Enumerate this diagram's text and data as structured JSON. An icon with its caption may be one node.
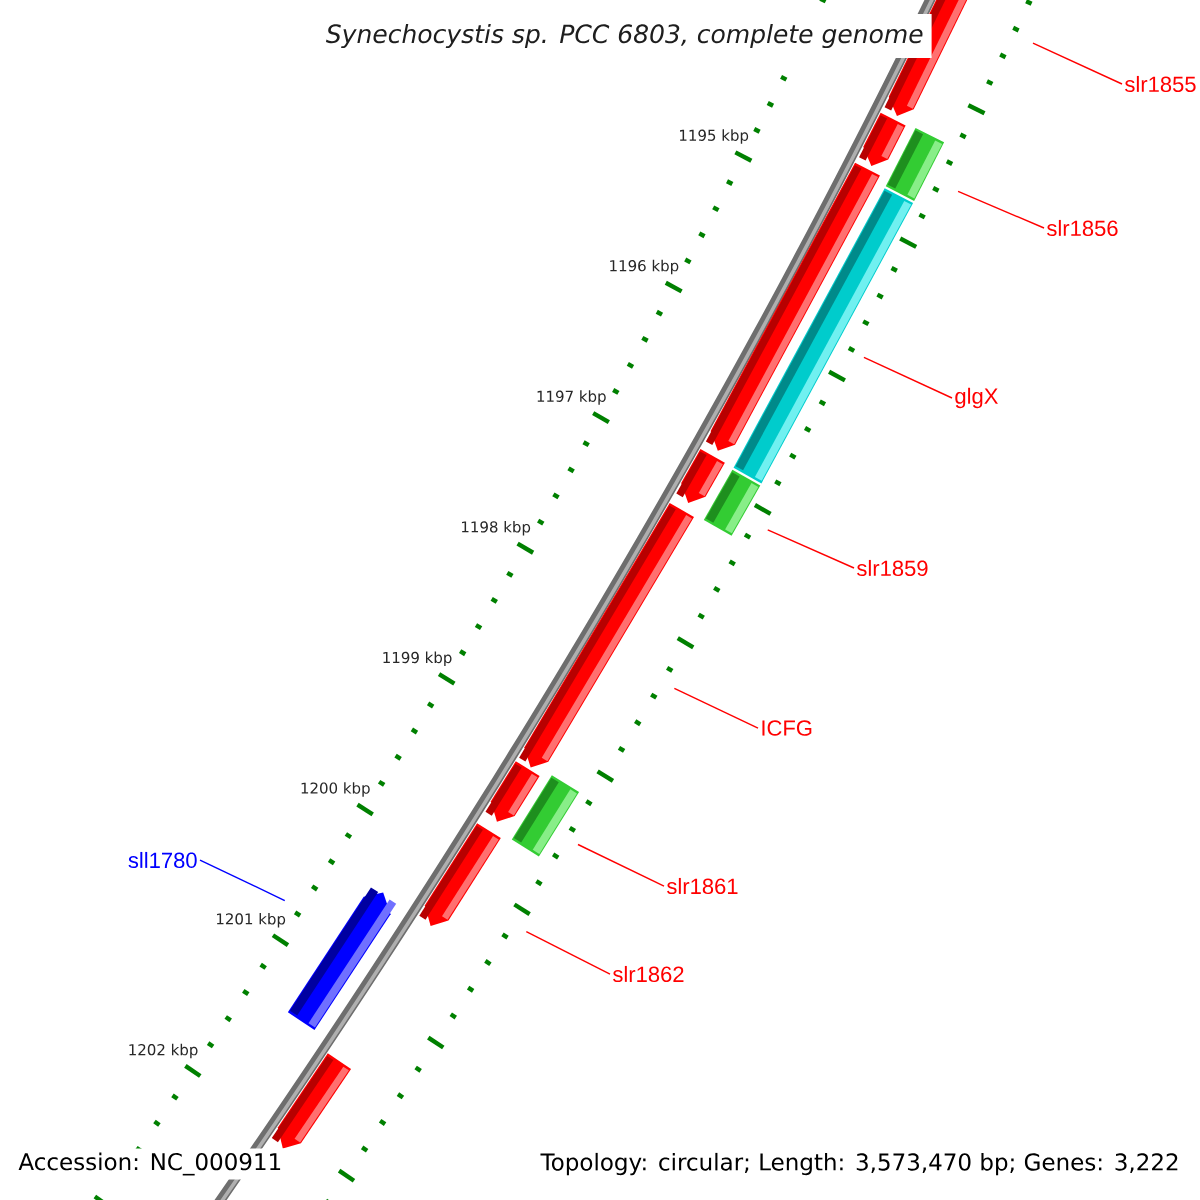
{
  "diagram": {
    "title": "Synechocystis sp. PCC 6803, complete genome",
    "nodes": [
      {
        "text": [],
        "shape": "bar"
      },
      {
        "text": [],
        "shape": "bar"
      },
      {
        "text": [],
        "shape": "bar"
      },
      {
        "text": [],
        "shape": "bar"
      },
      {
        "text": [],
        "shape": "bar"
      },
      {
        "text": [],
        "shape": "bar"
      },
      {
        "text": [],
        "shape": "bar"
      },
      {
        "text": [],
        "shape": "bar"
      },
      {
        "text": [],
        "shape": "bar"
      },
      {
        "text": [],
        "shape": "bar"
      },
      {
        "text": [],
        "shape": "bar"
      },
      {
        "text": [],
        "shape": "bar"
      },
      {
        "text": [],
        "shape": "bar"
      },
      {
        "text": [
          "slr1855"
        ]
      },
      {
        "text": [
          "slr1856"
        ]
      },
      {
        "text": [
          "glgX"
        ]
      },
      {
        "text": [
          "slr1859"
        ]
      },
      {
        "text": [
          "ICFG"
        ]
      },
      {
        "text": [
          "slr1861"
        ]
      },
      {
        "text": [
          "slr1862"
        ]
      },
      {
        "text": [
          "sll1780"
        ]
      }
    ],
    "edges": [
      {
        "from": 13,
        "to": 0,
        "arrow": "none"
      },
      {
        "from": 14,
        "to": 2,
        "arrow": "none"
      },
      {
        "from": 15,
        "to": 4,
        "arrow": "none"
      },
      {
        "from": 16,
        "to": 6,
        "arrow": "none"
      },
      {
        "from": 17,
        "to": 7,
        "arrow": "none"
      },
      {
        "from": 18,
        "to": 9,
        "arrow": "none"
      },
      {
        "from": 19,
        "to": 10,
        "arrow": "none"
      },
      {
        "from": 20,
        "to": 11,
        "arrow": "none",
        "color": "#0000ff"
      }
    ],
    "labels": [
      "1195 kbp",
      "1196 kbp",
      "1197 kbp",
      "1198 kbp",
      "1199 kbp",
      "1200 kbp",
      "1201 kbp",
      "1202 kbp",
      "Accession: NC_000911",
      "Topology: circular; Length: 3,573,470 bp; Genes: 3,222"
    ]
  }
}
